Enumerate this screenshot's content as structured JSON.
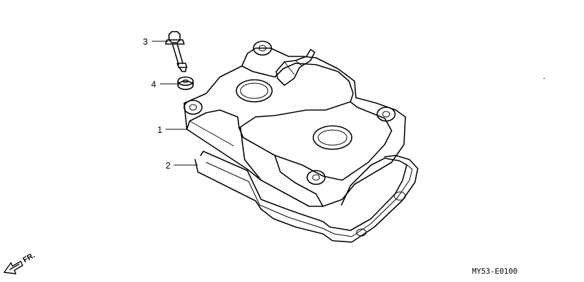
{
  "callouts": [
    {
      "number": "1",
      "part": "cylinder-head-cover"
    },
    {
      "number": "2",
      "part": "head-cover-gasket"
    },
    {
      "number": "3",
      "part": "bolt"
    },
    {
      "number": "4",
      "part": "rubber-seal"
    }
  ],
  "direction_label": "FR.",
  "drawing_code": "MY53-E0100"
}
